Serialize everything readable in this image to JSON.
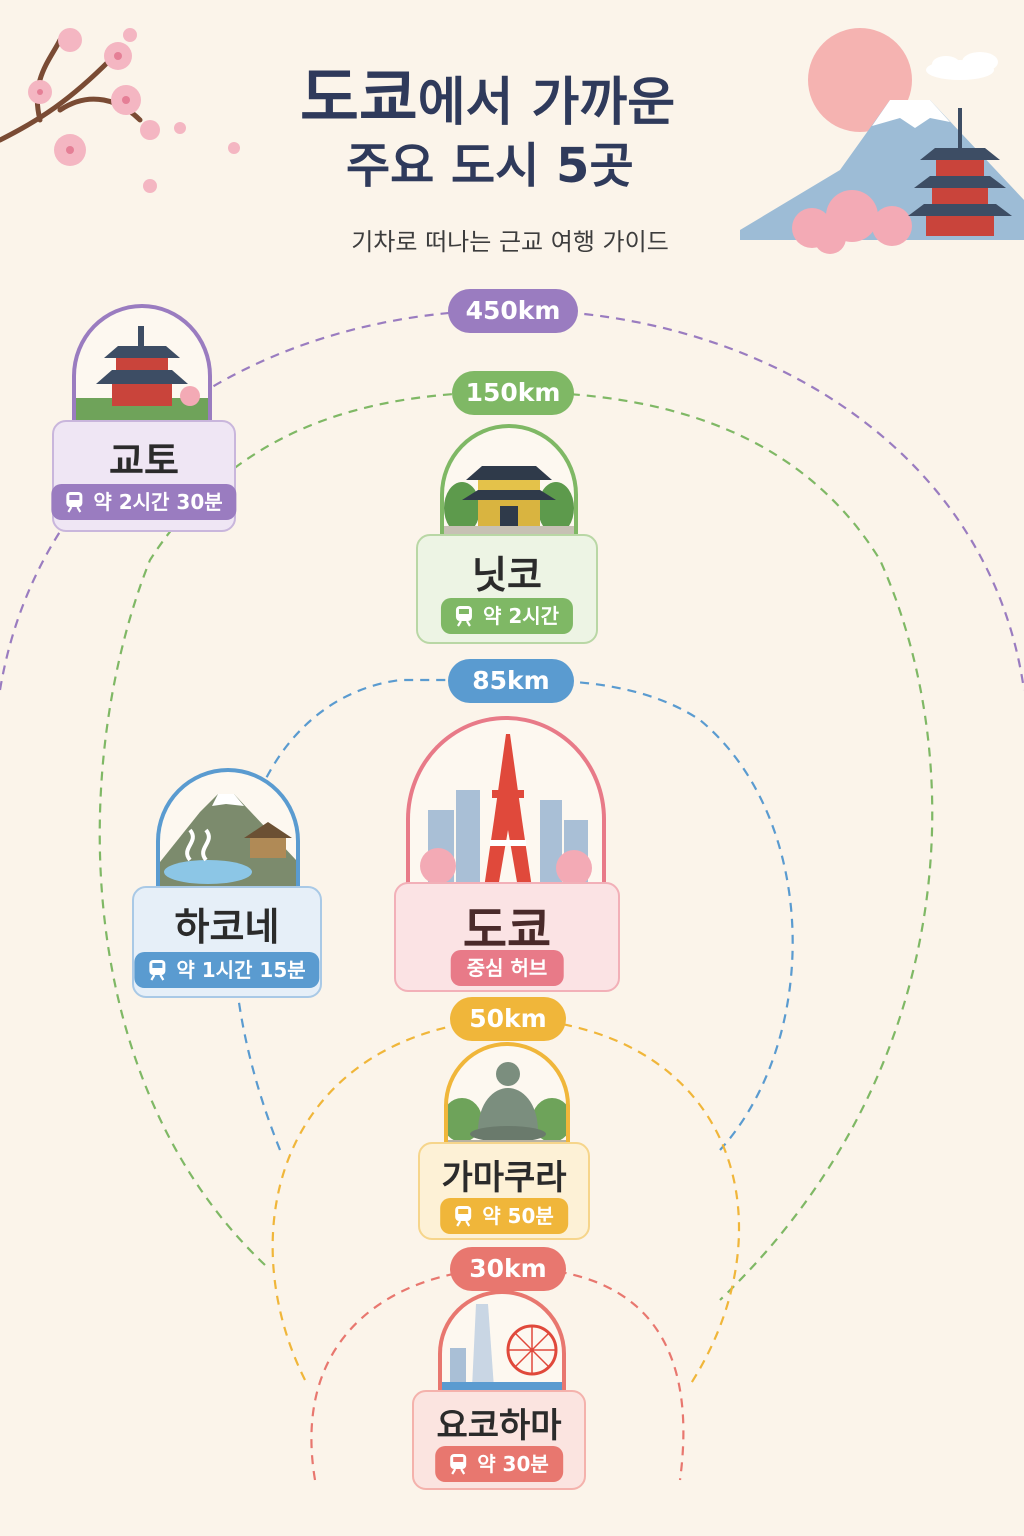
{
  "title": {
    "line1_big": "도쿄",
    "line1_rest": "에서 가까운",
    "line2": "주요 도시 5곳"
  },
  "subtitle": "기차로 떠나는 근교 여행 가이드",
  "distances": [
    {
      "label": "450km",
      "color": "#9a7cc0"
    },
    {
      "label": "150km",
      "color": "#7fb865"
    },
    {
      "label": "85km",
      "color": "#5a9bd0"
    },
    {
      "label": "50km",
      "color": "#f0b63a"
    },
    {
      "label": "30km",
      "color": "#e8776f"
    }
  ],
  "cities": {
    "kyoto": {
      "name": "교토",
      "travel": "약 2시간 30분",
      "color": "#9a7cc0",
      "bg": "#efe6f4"
    },
    "nikko": {
      "name": "닛코",
      "travel": "약 2시간",
      "color": "#7fb865",
      "bg": "#edf4e4"
    },
    "hakone": {
      "name": "하코네",
      "travel": "약 1시간 15분",
      "color": "#5a9bd0",
      "bg": "#e6eff8"
    },
    "tokyo": {
      "name": "도쿄",
      "travel": "중심 허브",
      "color": "#e87a88",
      "bg": "#fbe3e4"
    },
    "kamakura": {
      "name": "가마쿠라",
      "travel": "약 50분",
      "color": "#f0b63a",
      "bg": "#fdf1d6"
    },
    "yokohama": {
      "name": "요코하마",
      "travel": "약 30분",
      "color": "#e8776f",
      "bg": "#fbe4e0"
    }
  },
  "icons": [
    "cherry-blossom-branch",
    "mount-fuji-pagoda",
    "pagoda-icon",
    "shrine-icon",
    "tokyo-tower-icon",
    "onsen-mountain-icon",
    "buddha-icon",
    "ferris-wheel-skyline-icon",
    "train-icon"
  ]
}
